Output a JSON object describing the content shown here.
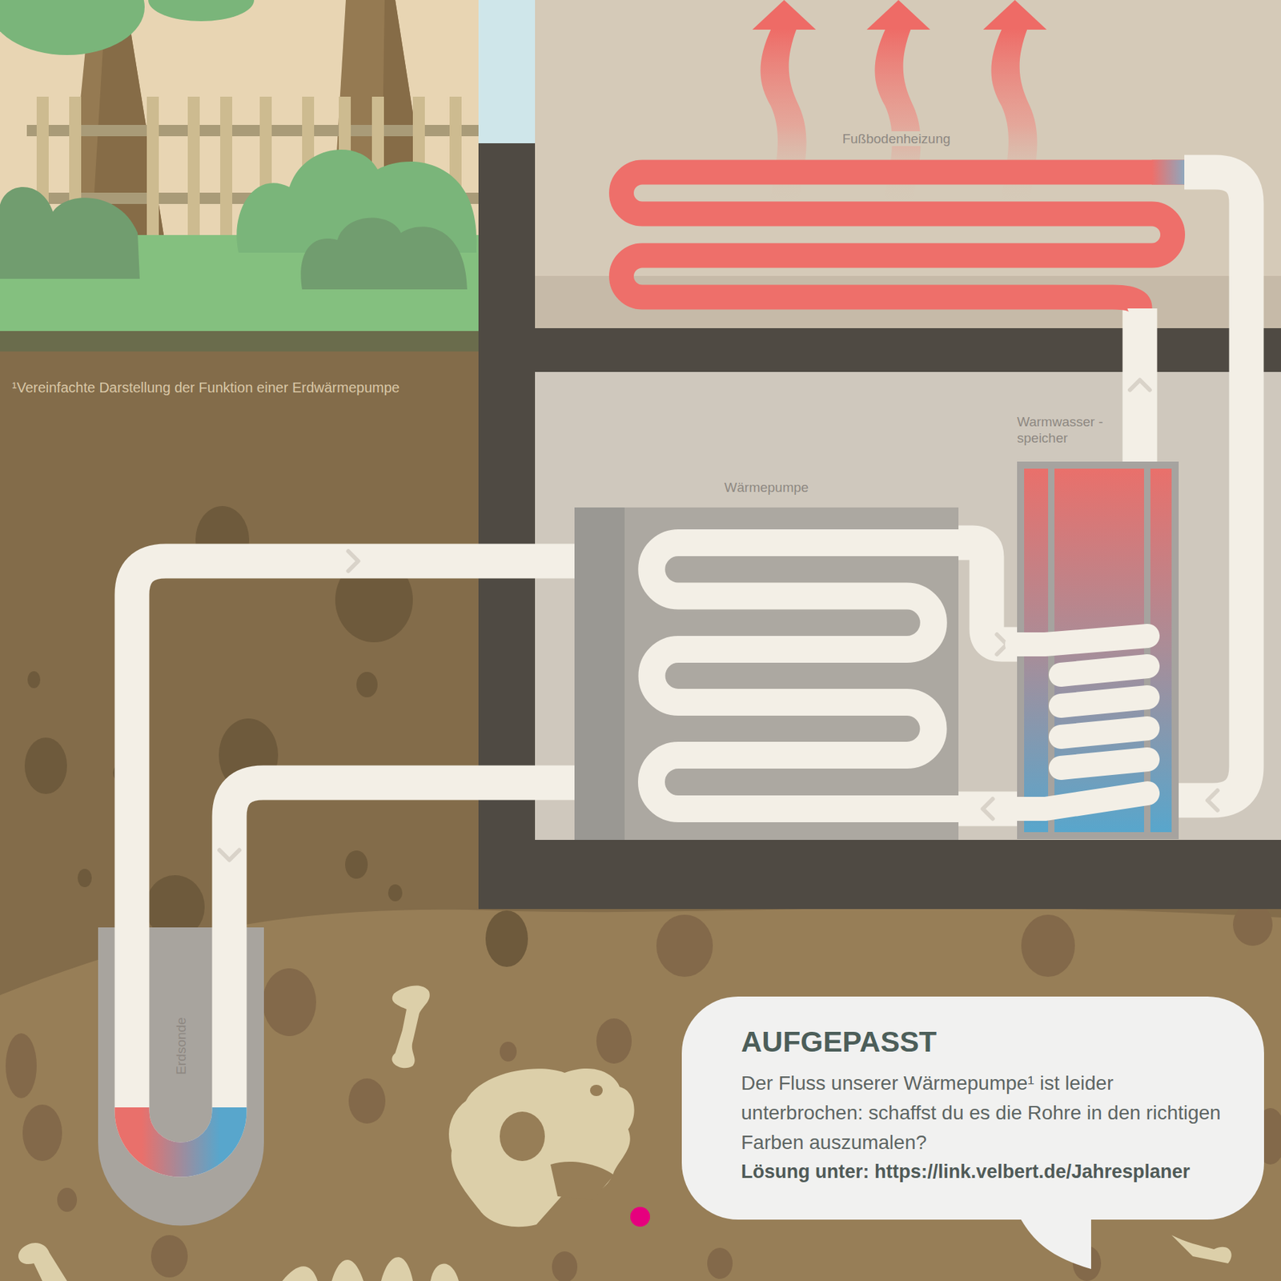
{
  "diagram": {
    "nodes": [
      {
        "text": [
          "Fußbodenheizung"
        ]
      },
      {
        "text": [
          "Warmwasser -speicher"
        ]
      },
      {
        "text": [
          "Wärmepumpe"
        ]
      },
      {
        "text": [
          "Erdsonde"
        ]
      },
      {
        "text": [
          "AUFGEPASST",
          "Der Fluss unserer Wärmepumpe¹ ist leider unterbrochen: schaffst du es die Rohre in den richtigen Farben auszumalen?",
          "Lösung unter: https://link.velbert.de/Jahresplaner"
        ]
      }
    ],
    "edges": [
      {
        "from": 3,
        "to": 2,
        "arrow": "to"
      },
      {
        "from": 2,
        "to": 3,
        "arrow": "to"
      },
      {
        "from": 2,
        "to": 1,
        "arrow": "to"
      },
      {
        "from": 1,
        "to": 2,
        "arrow": "to"
      },
      {
        "from": 1,
        "to": 0,
        "arrow": "to"
      },
      {
        "from": 0,
        "to": 1,
        "arrow": "to"
      }
    ],
    "labels": [
      "¹Vereinfachte Darstellung der Funktion einer Erdwärmepumpe"
    ]
  }
}
